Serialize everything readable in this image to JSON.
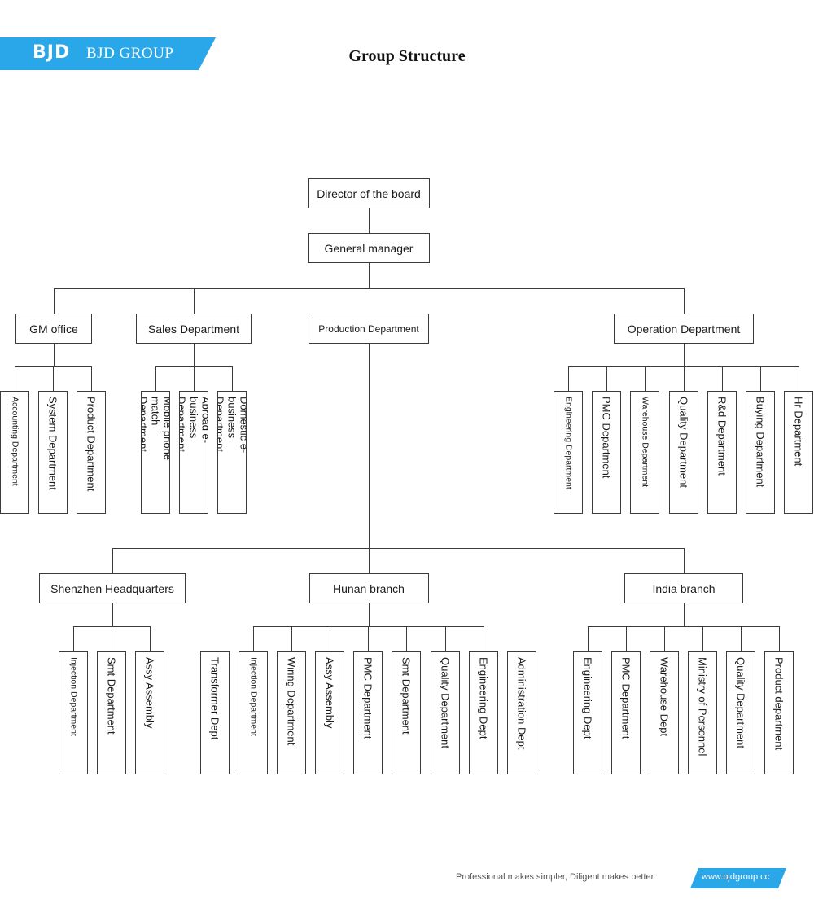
{
  "header": {
    "logo_text": "BJD",
    "brand_name": "BJD GROUP",
    "title": "Group Structure",
    "accent_color": "#2aa7e8"
  },
  "footer": {
    "slogan": "Professional makes simpler,   Diligent makes better",
    "url": "www.bjdgroup.cc"
  },
  "org": {
    "director": "Director of the board",
    "general_manager": "General manager",
    "divisions": [
      {
        "name": "GM office",
        "children": [
          "Accounting Department",
          "System Department",
          "Product Department"
        ]
      },
      {
        "name": "Sales Department",
        "children": [
          "Mobile phone match Department",
          "Abroad e-business Department",
          "Domestic e-business Department"
        ]
      },
      {
        "name": "Production Department",
        "children": []
      },
      {
        "name": "Operation Department",
        "children": [
          "Engineering Department",
          "PMC Department",
          "Warehouse Department",
          "Quality Department",
          "R&d Department",
          "Buying Department",
          "Hr Department"
        ]
      }
    ],
    "branches": [
      {
        "name": "Shenzhen Headquarters",
        "children": [
          "Injection Department",
          "Smt Department",
          "Assy Assembly"
        ]
      },
      {
        "name": "Hunan branch",
        "children": [
          "Transformer Dept",
          "Injection Department",
          "Wiring Department",
          "Assy Assembly",
          "PMC Department",
          "Smt Department",
          "Quality Department",
          "Engineering Dept",
          "Administration Dept"
        ]
      },
      {
        "name": "India branch",
        "children": [
          "Engineering Dept",
          "PMC Department",
          "Warehouse Dept",
          "Ministry of Personnel",
          "Quality Department",
          "Product department"
        ]
      }
    ]
  }
}
